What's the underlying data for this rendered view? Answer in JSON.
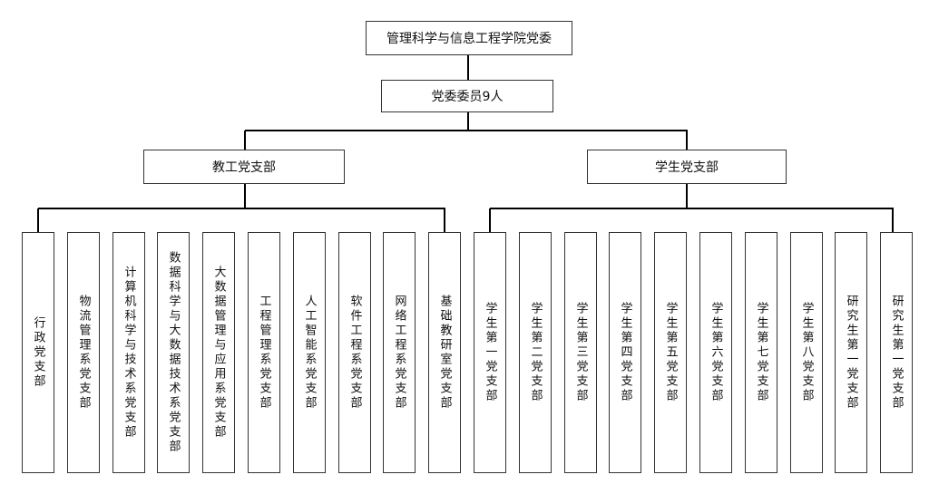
{
  "root": {
    "label": "管理科学与信息工程学院党委"
  },
  "committee": {
    "label": "党委委员9人"
  },
  "branches": [
    {
      "label": "教工党支部",
      "children": [
        "行政党支部",
        "物流管理系党支部",
        "计算机科学与技术系党支部",
        "数据科学与大数据技术系党支部",
        "大数据管理与应用系党支部",
        "工程管理系党支部",
        "人工智能系党支部",
        "软件工程系党支部",
        "网络工程系党支部",
        "基础教研室党支部"
      ]
    },
    {
      "label": "学生党支部",
      "children": [
        "学生第一党支部",
        "学生第二党支部",
        "学生第三党支部",
        "学生第四党支部",
        "学生第五党支部",
        "学生第六党支部",
        "学生第七党支部",
        "学生第八党支部",
        "研究生第一党支部",
        "研究生第一党支部"
      ]
    }
  ]
}
